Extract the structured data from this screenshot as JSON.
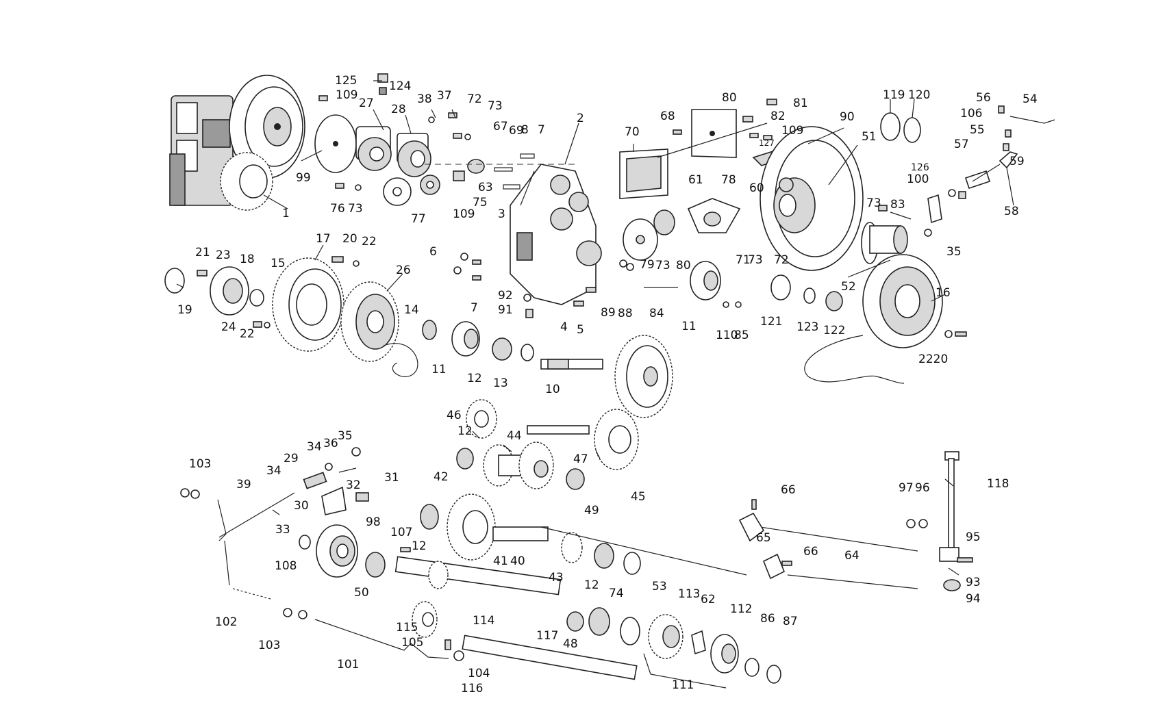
{
  "labels": {
    "l1": "1",
    "l2": "2",
    "l3": "3",
    "l4": "4",
    "l5": "5",
    "l6": "6",
    "l7a": "7",
    "l7b": "7",
    "l8": "8",
    "l89": "89",
    "l10": "10",
    "l11a": "11",
    "l11b": "11",
    "l12a": "12",
    "l12b": "12",
    "l12c": "12",
    "l12d": "12",
    "l13": "13",
    "l14": "14",
    "l15": "15",
    "l16": "16",
    "l17": "17",
    "l18": "18",
    "l19": "19",
    "l20a": "20",
    "l2220": "2220",
    "l21": "21",
    "l22a": "22",
    "l22b": "22",
    "l23": "23",
    "l24": "24",
    "l26": "26",
    "l27": "27",
    "l28": "28",
    "l29": "29",
    "l30": "30",
    "l31": "31",
    "l32": "32",
    "l33": "33",
    "l34a": "34",
    "l34b": "34",
    "l35a": "35",
    "l35b": "35",
    "l36": "36",
    "l37": "37",
    "l38": "38",
    "l39": "39",
    "l40": "40",
    "l41": "41",
    "l42": "42",
    "l43": "43",
    "l44": "44",
    "l45": "45",
    "l46": "46",
    "l47": "47",
    "l48": "48",
    "l49": "49",
    "l50": "50",
    "l51": "51",
    "l52": "52",
    "l53": "53",
    "l54": "54",
    "l55": "55",
    "l56": "56",
    "l57": "57",
    "l58": "58",
    "l59": "59",
    "l60": "60",
    "l61": "61",
    "l62": "62",
    "l63": "63",
    "l64": "64",
    "l65": "65",
    "l66a": "66",
    "l66b": "66",
    "l67": "67",
    "l68": "68",
    "l69": "69",
    "l70": "70",
    "l71": "71",
    "l72a": "72",
    "l72b": "72",
    "l73a": "73",
    "l73b": "73",
    "l73c": "73",
    "l73d": "73",
    "l73e": "73",
    "l74": "74",
    "l75": "75",
    "l76": "76",
    "l77": "77",
    "l78": "78",
    "l79": "79",
    "l80a": "80",
    "l80b": "80",
    "l81": "81",
    "l82": "82",
    "l83": "83",
    "l84": "84",
    "l85": "85",
    "l86": "86",
    "l87": "87",
    "l88": "88",
    "l90": "90",
    "l91": "91",
    "l92": "92",
    "l93": "93",
    "l94": "94",
    "l95": "95",
    "l96": "96",
    "l97": "97",
    "l98": "98",
    "l99": "99",
    "l100": "100",
    "l101": "101",
    "l102": "102",
    "l103a": "103",
    "l103b": "103",
    "l104": "104",
    "l105": "105",
    "l106": "106",
    "l107": "107",
    "l108": "108",
    "l109a": "109",
    "l109b": "109",
    "l109c": "109",
    "l110": "110",
    "l111": "111",
    "l112": "112",
    "l113": "113",
    "l114": "114",
    "l115": "115",
    "l116": "116",
    "l117": "117",
    "l118": "118",
    "l119": "119",
    "l120": "120",
    "l121": "121",
    "l122": "122",
    "l123": "123",
    "l124": "124",
    "l125": "125",
    "l126": "126",
    "l127": "127"
  }
}
